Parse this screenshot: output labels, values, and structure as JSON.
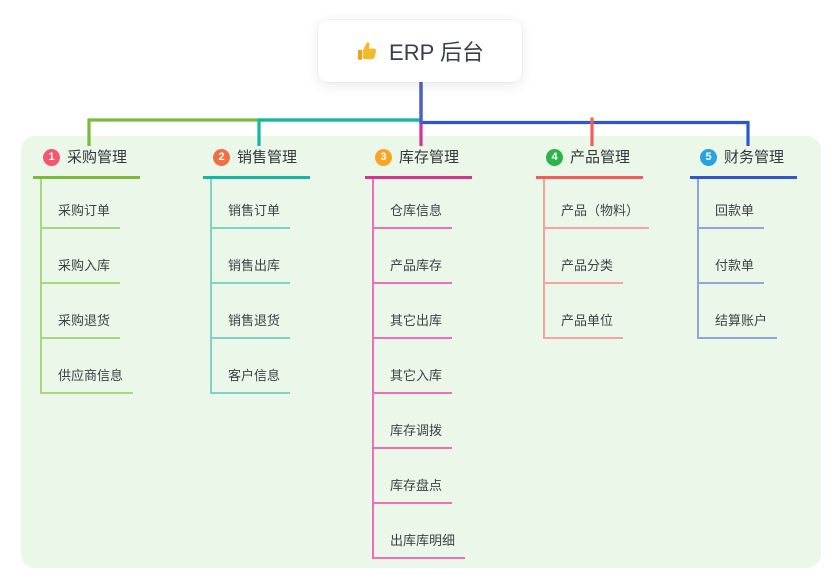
{
  "root": {
    "title": "ERP 后台",
    "icon": "thumbs-up-icon",
    "line_color": "#4d60c5",
    "card_bg": "#ffffff"
  },
  "panel_bg": "#ebf7e8",
  "branches": [
    {
      "number": "1",
      "title": "采购管理",
      "badge_color": "#f4586e",
      "line_color": "#7cba3d",
      "child_line_color": "#a9d77d",
      "children": [
        "采购订单",
        "采购入库",
        "采购退货",
        "供应商信息"
      ]
    },
    {
      "number": "2",
      "title": "销售管理",
      "badge_color": "#ef7047",
      "line_color": "#16b6a7",
      "child_line_color": "#7ed2c7",
      "children": [
        "销售订单",
        "销售出库",
        "销售退货",
        "客户信息"
      ]
    },
    {
      "number": "3",
      "title": "库存管理",
      "badge_color": "#f6a623",
      "line_color": "#d2348f",
      "child_line_color": "#ee6fb8",
      "children": [
        "仓库信息",
        "产品库存",
        "其它出库",
        "其它入库",
        "库存调拨",
        "库存盘点",
        "出库库明细"
      ]
    },
    {
      "number": "4",
      "title": "产品管理",
      "badge_color": "#2eb24c",
      "line_color": "#f45c5c",
      "child_line_color": "#f9a2a2",
      "children": [
        "产品（物料）",
        "产品分类",
        "产品单位"
      ]
    },
    {
      "number": "5",
      "title": "财务管理",
      "badge_color": "#29a2e0",
      "line_color": "#2f55d0",
      "child_line_color": "#90a4de",
      "children": [
        "回款单",
        "付款单",
        "结算账户"
      ]
    }
  ]
}
